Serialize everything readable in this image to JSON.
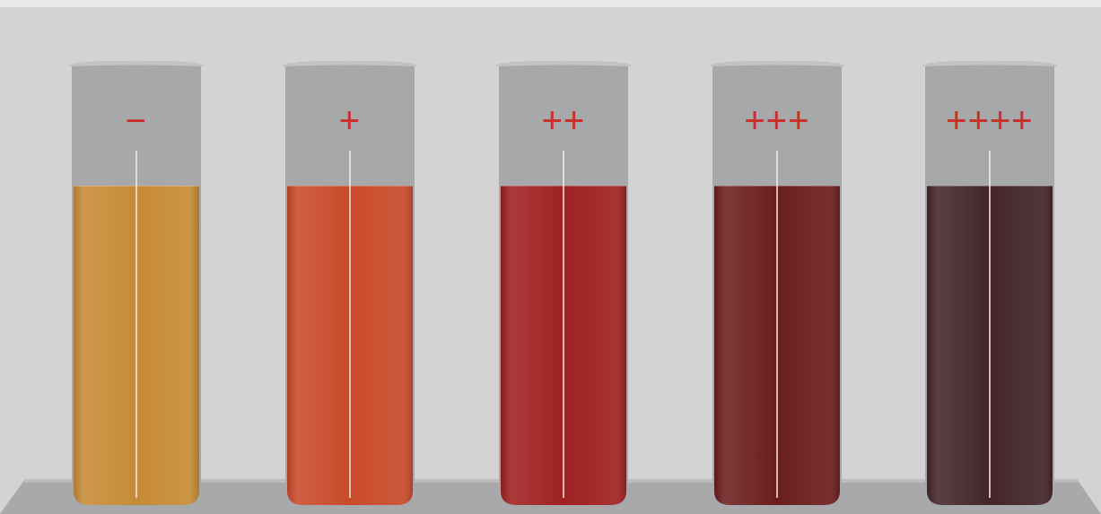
{
  "diagram": {
    "nodes": [
      {
        "text": [
          "−"
        ]
      },
      {
        "text": [
          "+"
        ]
      },
      {
        "text": [
          "++"
        ]
      },
      {
        "text": [
          "+++"
        ]
      },
      {
        "text": [
          "++++"
        ]
      }
    ]
  }
}
